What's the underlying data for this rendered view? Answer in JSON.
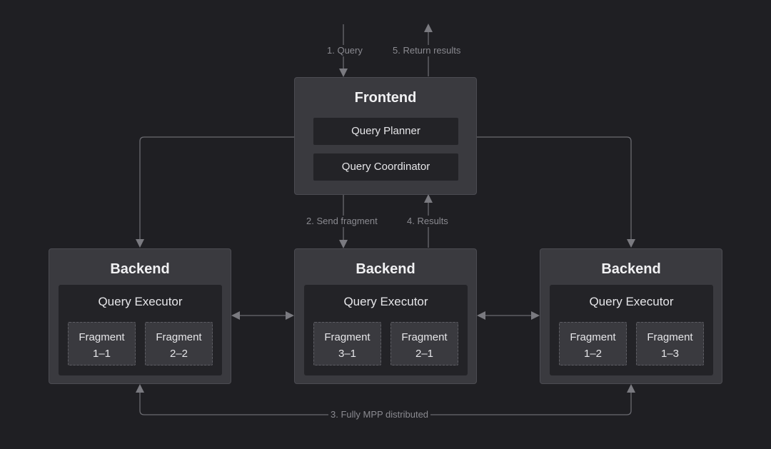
{
  "colors": {
    "background": "#1f1f23",
    "node_fill": "#3a3a3f",
    "inner_fill": "#232327",
    "arrow": "#7a7a80",
    "label_text": "#8a8a90"
  },
  "labels": {
    "query": "1. Query",
    "send_fragment": "2. Send fragment",
    "mpp": "3. Fully MPP distributed",
    "results": "4. Results",
    "return_results": "5. Return results"
  },
  "frontend": {
    "title": "Frontend",
    "components": [
      "Query Planner",
      "Query Coordinator"
    ]
  },
  "backends": [
    {
      "title": "Backend",
      "executor": "Query Executor",
      "fragments": [
        {
          "line1": "Fragment",
          "line2": "1–1"
        },
        {
          "line1": "Fragment",
          "line2": "2–2"
        }
      ]
    },
    {
      "title": "Backend",
      "executor": "Query Executor",
      "fragments": [
        {
          "line1": "Fragment",
          "line2": "3–1"
        },
        {
          "line1": "Fragment",
          "line2": "2–1"
        }
      ]
    },
    {
      "title": "Backend",
      "executor": "Query Executor",
      "fragments": [
        {
          "line1": "Fragment",
          "line2": "1–2"
        },
        {
          "line1": "Fragment",
          "line2": "1–3"
        }
      ]
    }
  ]
}
